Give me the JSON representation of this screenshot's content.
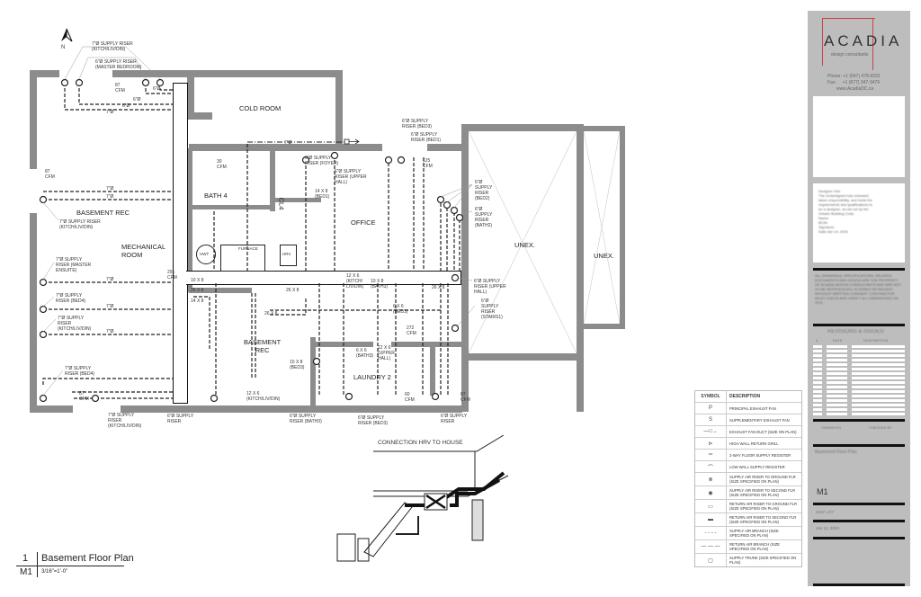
{
  "drawing": {
    "title": "Basement Floor Plan",
    "number": "1",
    "sheet": "M1",
    "scale": "3/16\"=1'-0\"",
    "north": "N"
  },
  "rooms": {
    "basement_rec_left": "BASEMENT REC",
    "mechanical": "MECHANICAL\nROOM",
    "cold_room": "COLD ROOM",
    "bath4": "BATH 4",
    "cl4": "CL4",
    "office": "OFFICE",
    "unex_large": "UNEX.",
    "unex_small": "UNEX.",
    "basement_rec_center": "BASEMENT\nREC",
    "laundry2": "LAUNDRY 2",
    "hwt": "HWT",
    "furnace": "FURNACE",
    "hrv": "HRV"
  },
  "annotations": {
    "top_riser_1": "7\"Ø SUPPLY RISER\n(KITCH/LIV/DIN)",
    "top_riser_2": "6\"Ø SUPPLY RISER\n(MASTER BEDROOM)",
    "top_cfm": "87\nCFM",
    "duct_6a": "6\"Ø",
    "duct_6b": "6\"Ø",
    "duct_6c": "6\"Ø",
    "duct_7a": "7\"Ø",
    "left_cfm": "87\nCFM",
    "left_riser_kld": "7\"Ø SUPPLY RISER\n(KITCH/LIV/DIN)",
    "left_duct_7a": "7\"Ø",
    "left_duct_7b": "7\"Ø",
    "riser_ensuite": "7\"Ø SUPPLY\nRISER (MASTER\nENSUITE)",
    "riser_bed4a": "7\"Ø SUPPLY\nRISER (BED4)",
    "riser_kld2": "7\"Ø SUPPLY\nRISER\n(KITCH/LIV/DIN)",
    "riser_bed4b": "7\"Ø SUPPLY\nRISER (BED4)",
    "bottom_cfm": "87\nCFM",
    "riser_kld3": "7\"Ø SUPPLY\nRISER\n(KITCH/LIV/DIN)",
    "return_cfm": "291\nCFM",
    "trunk_18x8": "18 X 8",
    "trunk_10x8": "10 X 8",
    "trunk_10x8b": "10 X 8",
    "trunk_14x8": "14 X 8",
    "trunk_26x8a": "26 X 8",
    "trunk_26x8b": "26 X 8",
    "trunk_26x8c": "26 X 8",
    "bath4_cfm": "30\nCFM",
    "duct_7_cold": "7\"Ø",
    "riser_foyer": "6\"Ø SUPPLY\nRISER (FOYER)",
    "riser_upper_hall": "6\"Ø SUPPLY\nRISER (UPPER\nHALL)",
    "bed1_return": "14 X 8\n(BED1)",
    "riser_bed3": "6\"Ø SUPPLY\nRISER (BED3)",
    "riser_bed1": "6\"Ø SUPPLY\nRISER (BED1)",
    "office_cfm": "125\nCFM",
    "riser_bed2": "6\"Ø\nSUPPLY\nRISER\n(BED2)",
    "riser_bath2": "6\"Ø\nSUPPLY\nRISER\n(BATH2)",
    "riser_upper_hall2": "6\"Ø SUPPLY\nRISER (UPPER\nHALL)",
    "riser_stairs1": "6\"Ø\nSUPPLY\nRISER\n(STAIRS1)",
    "ret_kld": "12 X 6\n(KITCH/\nLIV/DIN)",
    "ret_bath3": "10 X 8\n(BATH3)",
    "ret_bed3": "10 X 8\n(BED3)",
    "ret_bath3b": "6 X 6\n(BATH3)",
    "ret_upper_hall": "12 X 6\n(UPPER\nHALL)",
    "ret_bed3c": "6 X 6\n(BED3)",
    "center_cfm": "272\nCFM",
    "ret_kld2": "12 X 6\n(KITCH/LIV/DIN)",
    "riser_bottom_1": "6\"Ø SUPPLY\nRISER",
    "riser_bottom_bath3": "6\"Ø SUPPLY\nRISER (BATH3)",
    "riser_bottom_bed3": "6\"Ø SUPPLY\nRISER (BED3)",
    "riser_bottom_2": "6\"Ø SUPPLY\nRISER",
    "laundry_cfm": "60\nCFM",
    "right_cfm": "87\nCFM"
  },
  "detail": {
    "title": "CONNECTION HRV TO HOUSE"
  },
  "legend": {
    "header_symbol": "SYMBOL",
    "header_description": "DESCRIPTION",
    "items": [
      {
        "symbol": "P",
        "description": "PRINCIPAL EXHAUST FAN"
      },
      {
        "symbol": "S",
        "description": "SUPPLEMENTARY EXHAUST FAN"
      },
      {
        "symbol": "—□→",
        "description": "EXHAUST FAN DUCT (SIZE ON PLAN)"
      },
      {
        "symbol": "⊳",
        "description": "HIGH WALL RETURN GRILL"
      },
      {
        "symbol": "═",
        "description": "2-WAY FLOOR SUPPLY REGISTER"
      },
      {
        "symbol": "⌒",
        "description": "LOW WALL SUPPLY REGISTER"
      },
      {
        "symbol": "⊗",
        "description": "SUPPLY AIR RISER TO GROUND FLR (SIZE SPECIFIED ON PLAN)"
      },
      {
        "symbol": "◉",
        "description": "SUPPLY AIR RISER TO SECOND FLR (SIZE SPECIFIED ON PLAN)"
      },
      {
        "symbol": "▭",
        "description": "RETURN AIR RISER TO GROUND FLR (SIZE SPECIFIED ON PLAN)"
      },
      {
        "symbol": "▬",
        "description": "RETURN AIR RISER TO SECOND FLR (SIZE SPECIFIED ON PLAN)"
      },
      {
        "symbol": "- - - -",
        "description": "SUPPLY AIR BRANCH (SIZE SPECIFIED ON PLAN)"
      },
      {
        "symbol": "— — —",
        "description": "RETURN AIR BRANCH (SIZE SPECIFIED ON PLAN)"
      },
      {
        "symbol": "▢",
        "description": "SUPPLY TRUNK (SIZE SPECIFIED ON PLAN)"
      }
    ]
  },
  "titleblock": {
    "logo": "ACADIA",
    "tagline": "design consultants",
    "phone": "Phone: +1 (647) 478-9292",
    "fax": "Fax:     +1 (877) 347-3479",
    "web": "www.AcadiaDC.ca",
    "designer_info": "Designer Info:\nThe Undersigned has reviewed,\ntaken responsibility, and holds the\nrequirements and qualifications to\nbe a designer, as set out by the\nOntario Building Code.\nName:\nBCIN:\nSignature:\nDate:Jan 14, 2020",
    "revisions_title": "REVISIONS & ISSUES:",
    "rev_col_num": "#",
    "rev_col_date": "DATE",
    "rev_col_desc": "DESCRIPTION",
    "drawn_by": "DRAWN BY",
    "checked_by": "CHECKED BY",
    "sheet_title": "Basement Floor Plan",
    "sheet_no": "M1",
    "scale": "3/16\"=1'0\"",
    "date": "Jan 12, 2020"
  }
}
